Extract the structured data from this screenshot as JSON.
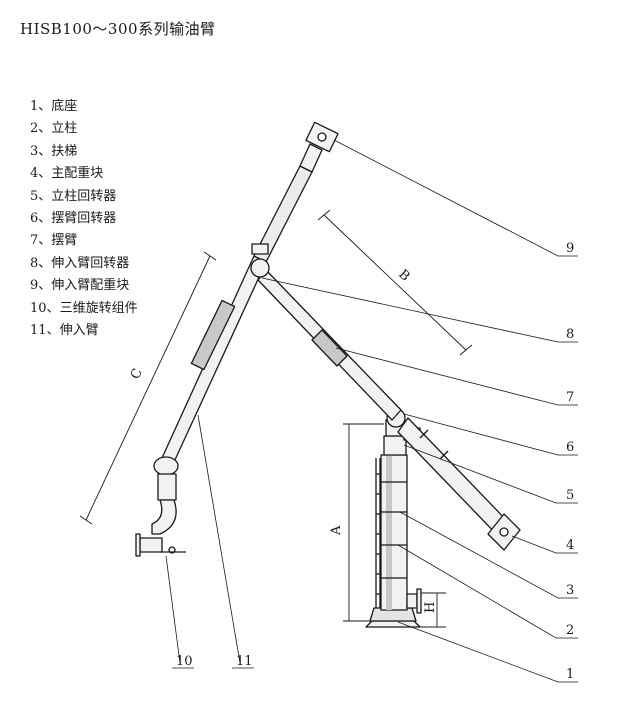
{
  "title": "HISB100～300系列输油臂",
  "legend": [
    {
      "num": "1",
      "label": "底座"
    },
    {
      "num": "2",
      "label": "立柱"
    },
    {
      "num": "3",
      "label": "扶梯"
    },
    {
      "num": "4",
      "label": "主配重块"
    },
    {
      "num": "5",
      "label": "立柱回转器"
    },
    {
      "num": "6",
      "label": "摆臂回转器"
    },
    {
      "num": "7",
      "label": "摆臂"
    },
    {
      "num": "8",
      "label": "伸入臂回转器"
    },
    {
      "num": "9",
      "label": "伸入臂配重块"
    },
    {
      "num": "10",
      "label": "三维旋转组件"
    },
    {
      "num": "11",
      "label": "伸入臂"
    }
  ],
  "legend_separator": "、",
  "dimensions": {
    "a": "A",
    "b": "B",
    "c": "C",
    "h": "H"
  },
  "callouts": {
    "c1": "1",
    "c2": "2",
    "c3": "3",
    "c4": "4",
    "c5": "5",
    "c6": "6",
    "c7": "7",
    "c8": "8",
    "c9": "9",
    "c10": "10",
    "c11": "11"
  },
  "colors": {
    "line": "#1a1a1a",
    "fill": "#f2f2f2",
    "shade": "#c8c8c8"
  }
}
